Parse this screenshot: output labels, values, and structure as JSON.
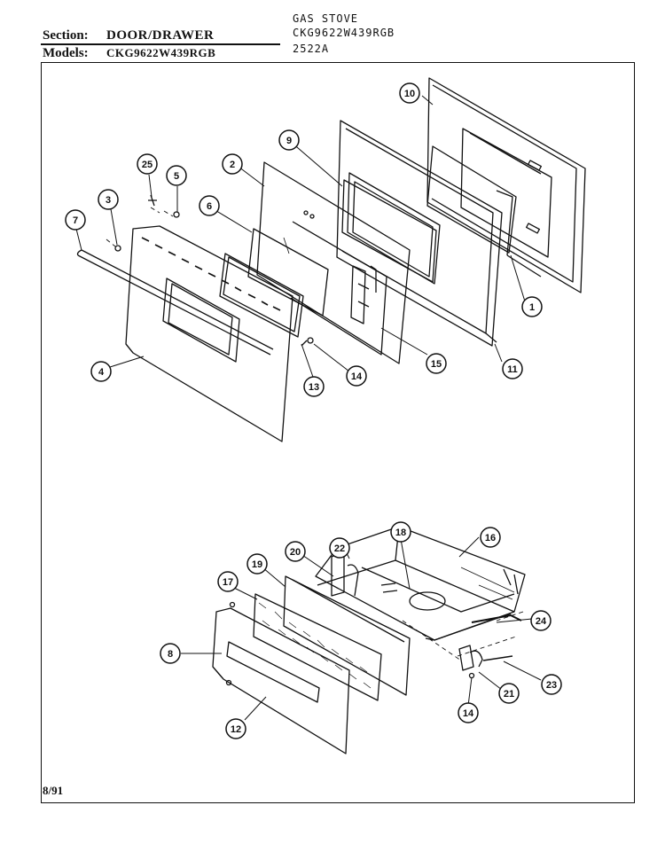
{
  "header": {
    "section_label": "Section:",
    "section_value": "DOOR/DRAWER",
    "models_label": "Models:",
    "models_value": "CKG9622W439RGB",
    "product": "GAS STOVE",
    "model_code": "CKG9622W439RGB",
    "page_code": "2522A"
  },
  "footer": {
    "date": "8/91"
  },
  "callouts": [
    "1",
    "2",
    "3",
    "4",
    "5",
    "6",
    "7",
    "8",
    "9",
    "10",
    "11",
    "12",
    "13",
    "14",
    "14",
    "15",
    "16",
    "17",
    "18",
    "19",
    "20",
    "21",
    "22",
    "23",
    "24",
    "25"
  ]
}
